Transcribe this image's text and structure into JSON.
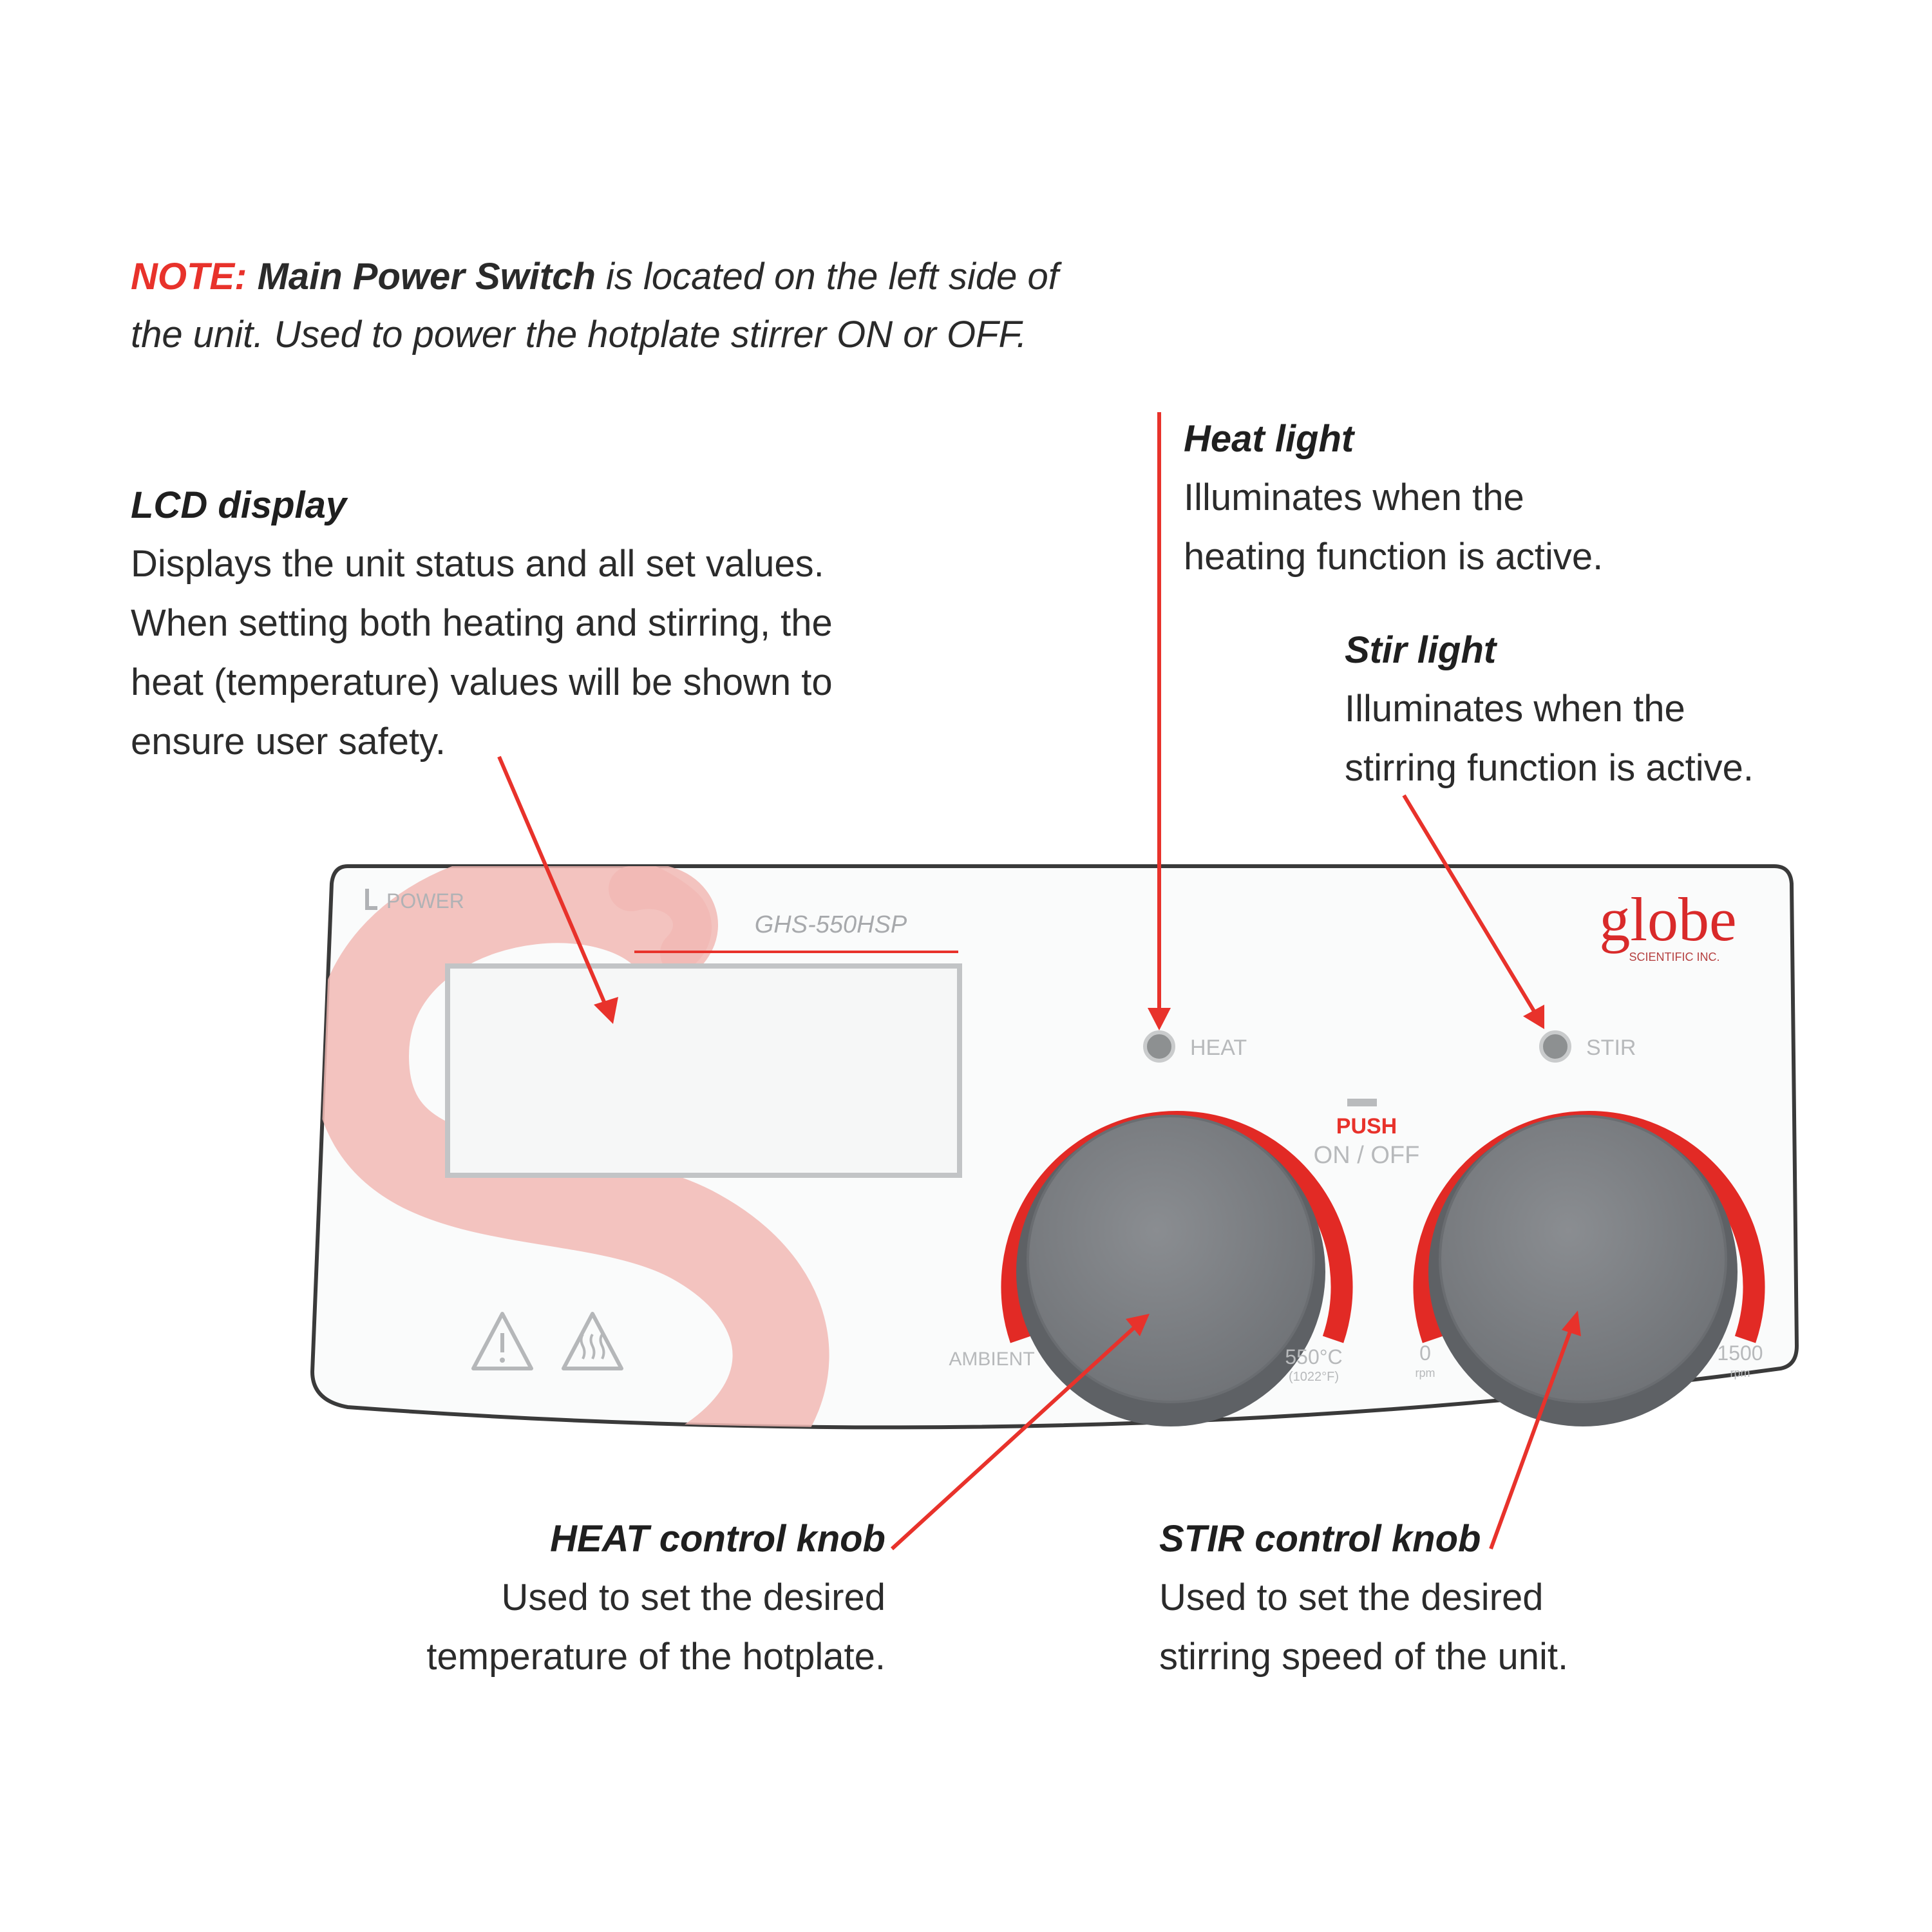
{
  "note": {
    "prefix": "NOTE:",
    "emphasis": "Main Power Switch",
    "line1_rest": "is located on the left side of",
    "line2": "the unit. Used to power the hotplate stirrer ON or OFF."
  },
  "callouts": {
    "lcd": {
      "title": "LCD display",
      "lines": [
        "Displays the unit status and all set values.",
        "When setting both heating and stirring, the",
        "heat (temperature) values will be shown to",
        "ensure user safety."
      ]
    },
    "heat_light": {
      "title": "Heat light",
      "lines": [
        "Illuminates when the",
        "heating function is active."
      ]
    },
    "stir_light": {
      "title": "Stir light",
      "lines": [
        "Illuminates when the",
        "stirring function is active."
      ]
    },
    "heat_knob": {
      "title": "HEAT control knob",
      "lines": [
        "Used to set the desired",
        "temperature of the hotplate."
      ]
    },
    "stir_knob": {
      "title": "STIR control knob",
      "lines": [
        "Used to set the desired",
        "stirring speed of the unit."
      ]
    }
  },
  "panel": {
    "power_label": "POWER",
    "model": "GHS-550HSP",
    "brand": "globe",
    "brand_sub": "SCIENTIFIC INC.",
    "heat_label": "HEAT",
    "stir_label": "STIR",
    "push_label": "PUSH",
    "onoff_label": "ON / OFF",
    "heat_min": "AMBIENT",
    "heat_max": "550°C",
    "heat_max_f": "(1022°F)",
    "stir_min": "0",
    "stir_min_unit": "rpm",
    "stir_max": "1500",
    "stir_max_unit": "rpm"
  },
  "colors": {
    "accent": "#e8322b",
    "knob": "#7d8084",
    "panel": "#fafbfb",
    "swirl": "#f1b9b4"
  },
  "icons": [
    "warning-triangle-icon",
    "hot-surface-icon",
    "power-icon"
  ]
}
